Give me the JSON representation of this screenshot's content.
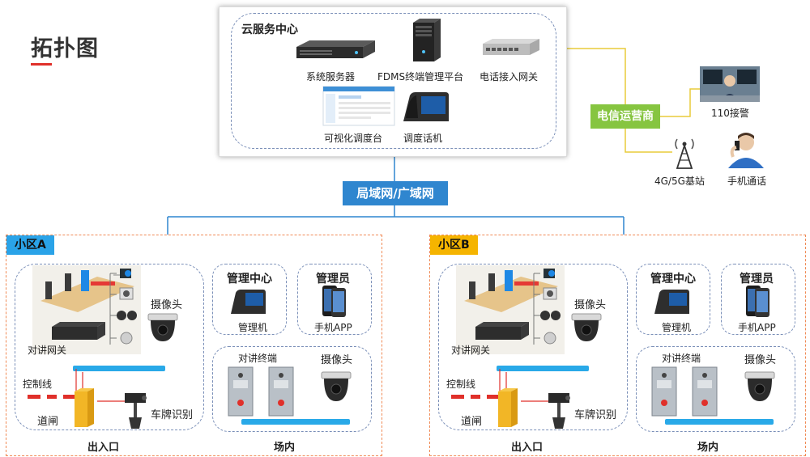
{
  "title": "拓扑图",
  "cloud": {
    "title": "云服务中心",
    "items": [
      "系统服务器",
      "FDMS终端管理平台",
      "电话接入网关",
      "可视化调度台",
      "调度话机"
    ]
  },
  "telecom": {
    "label": "电信运营商",
    "items": [
      "110接警",
      "4G/5G基站",
      "手机通话"
    ]
  },
  "network": {
    "label": "局域网/广域网"
  },
  "zones": [
    {
      "name": "小区A",
      "entrance": {
        "title": "出入口",
        "gateway": "对讲网关",
        "control_line": "控制线",
        "barrier": "道闸",
        "camera": "摄像头",
        "plate": "车牌识别"
      },
      "management": {
        "title": "管理中心",
        "device": "管理机"
      },
      "admin": {
        "title": "管理员",
        "device": "手机APP"
      },
      "site": {
        "title": "场内",
        "terminal": "对讲终端",
        "camera": "摄像头"
      }
    },
    {
      "name": "小区B",
      "entrance": {
        "title": "出入口",
        "gateway": "对讲网关",
        "control_line": "控制线",
        "barrier": "道闸",
        "camera": "摄像头",
        "plate": "车牌识别"
      },
      "management": {
        "title": "管理中心",
        "device": "管理机"
      },
      "admin": {
        "title": "管理员",
        "device": "手机APP"
      },
      "site": {
        "title": "场内",
        "terminal": "对讲终端",
        "camera": "摄像头"
      }
    }
  ],
  "colors": {
    "network": "#2f86cf",
    "telecom": "#86c540",
    "zone_a_tag": "#2aa3e8",
    "zone_b_tag": "#f5b400",
    "link": "#2f86cf",
    "telecom_link": "#e8cc3a",
    "bus": "#29a9e8",
    "zone_border": "#f08a55",
    "control": "#e0302a"
  }
}
